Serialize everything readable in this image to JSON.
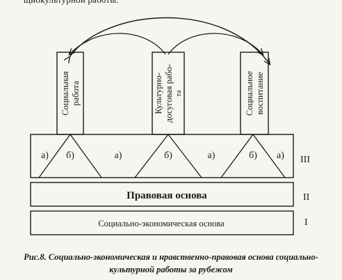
{
  "top_text": "щиокультурной работы.",
  "columns": [
    {
      "label_lines": [
        "Социальная",
        "работа"
      ]
    },
    {
      "label_lines": [
        "Культурно-",
        "досуговая рабо-",
        "та"
      ]
    },
    {
      "label_lines": [
        "Социальное",
        "воспитание"
      ]
    }
  ],
  "tiers": {
    "top_labels": [
      "а)",
      "б)",
      "а)",
      "б)",
      "а)",
      "б)",
      "а)"
    ],
    "level_III": "III",
    "middle": "Правовая основа",
    "level_II": "II",
    "bottom": "Социально-экономическая основа",
    "level_I": "I"
  },
  "caption": {
    "line1": "Рис.8. Социально-экономическая и нравственно-правовая основа социально-",
    "line2": "культурной работы за рубежом"
  },
  "colors": {
    "ink": "#1a1a1a",
    "paper": "#f7f5f0"
  }
}
